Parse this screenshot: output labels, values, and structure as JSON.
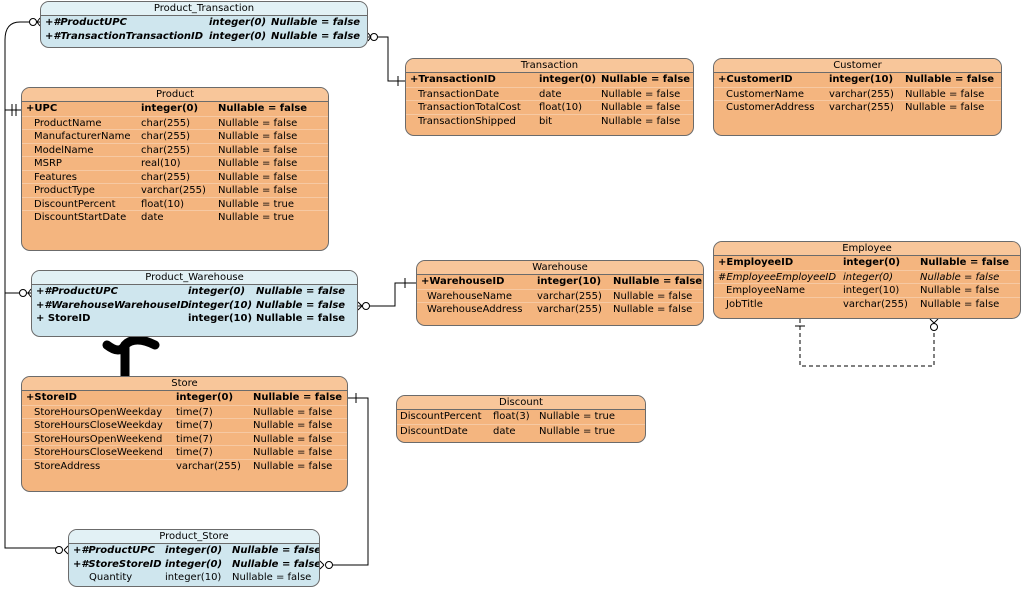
{
  "entities": {
    "product_transaction": {
      "title": "Product_Transaction",
      "rows": [
        {
          "name": "+#ProductUPC",
          "type": "integer(0)",
          "null": "Nullable = false"
        },
        {
          "name": "+#TransactionTransactionID",
          "type": "integer(0)",
          "null": "Nullable = false"
        }
      ]
    },
    "transaction": {
      "title": "Transaction",
      "rows": [
        {
          "name": "+TransactionID",
          "type": "integer(0)",
          "null": "Nullable = false"
        },
        {
          "name": "TransactionDate",
          "type": "date",
          "null": "Nullable = false"
        },
        {
          "name": "TransactionTotalCost",
          "type": "float(10)",
          "null": "Nullable = false"
        },
        {
          "name": "TransactionShipped",
          "type": "bit",
          "null": "Nullable = false"
        }
      ]
    },
    "customer": {
      "title": "Customer",
      "rows": [
        {
          "name": "+CustomerID",
          "type": "integer(10)",
          "null": "Nullable = false"
        },
        {
          "name": "CustomerName",
          "type": "varchar(255)",
          "null": "Nullable = false"
        },
        {
          "name": "CustomerAddress",
          "type": "varchar(255)",
          "null": "Nullable = false"
        }
      ]
    },
    "product": {
      "title": "Product",
      "rows": [
        {
          "name": "+UPC",
          "type": "integer(0)",
          "null": "Nullable = false"
        },
        {
          "name": "ProductName",
          "type": "char(255)",
          "null": "Nullable = false"
        },
        {
          "name": "ManufacturerName",
          "type": "char(255)",
          "null": "Nullable = false"
        },
        {
          "name": "ModelName",
          "type": "char(255)",
          "null": "Nullable = false"
        },
        {
          "name": "MSRP",
          "type": "real(10)",
          "null": "Nullable = false"
        },
        {
          "name": "Features",
          "type": "char(255)",
          "null": "Nullable = false"
        },
        {
          "name": "ProductType",
          "type": "varchar(255)",
          "null": "Nullable = false"
        },
        {
          "name": "DiscountPercent",
          "type": "float(10)",
          "null": "Nullable = true"
        },
        {
          "name": "DiscountStartDate",
          "type": "date",
          "null": "Nullable = true"
        }
      ]
    },
    "product_warehouse": {
      "title": "Product_Warehouse",
      "rows": [
        {
          "name": "+#ProductUPC",
          "type": "integer(0)",
          "null": "Nullable = false"
        },
        {
          "name": "+#WarehouseWarehouseID",
          "type": "integer(10)",
          "null": "Nullable = false"
        },
        {
          "name": "+  StoreID",
          "type": "integer(10)",
          "null": "Nullable = false"
        }
      ]
    },
    "warehouse": {
      "title": "Warehouse",
      "rows": [
        {
          "name": "+WarehouseID",
          "type": "integer(10)",
          "null": "Nullable = false"
        },
        {
          "name": "WarehouseName",
          "type": "varchar(255)",
          "null": "Nullable = false"
        },
        {
          "name": "WarehouseAddress",
          "type": "varchar(255)",
          "null": "Nullable = false"
        }
      ]
    },
    "employee": {
      "title": "Employee",
      "rows": [
        {
          "name": "+EmployeeID",
          "type": "integer(0)",
          "null": "Nullable = false"
        },
        {
          "name": "#EmployeeEmployeeID",
          "type": "integer(0)",
          "null": "Nullable = false"
        },
        {
          "name": "EmployeeName",
          "type": "integer(10)",
          "null": "Nullable = false"
        },
        {
          "name": "JobTitle",
          "type": "varchar(255)",
          "null": "Nullable = false"
        }
      ]
    },
    "store": {
      "title": "Store",
      "rows": [
        {
          "name": "+StoreID",
          "type": "integer(0)",
          "null": "Nullable = false"
        },
        {
          "name": "StoreHoursOpenWeekday",
          "type": "time(7)",
          "null": "Nullable = false"
        },
        {
          "name": "StoreHoursCloseWeekday",
          "type": "time(7)",
          "null": "Nullable = false"
        },
        {
          "name": "StoreHoursOpenWeekend",
          "type": "time(7)",
          "null": "Nullable = false"
        },
        {
          "name": "StoreHoursCloseWeekend",
          "type": "time(7)",
          "null": "Nullable = false"
        },
        {
          "name": "StoreAddress",
          "type": "varchar(255)",
          "null": "Nullable = false"
        }
      ]
    },
    "discount": {
      "title": "Discount",
      "rows": [
        {
          "name": "DiscountPercent",
          "type": "float(3)",
          "null": "Nullable = true"
        },
        {
          "name": "DiscountDate",
          "type": "date",
          "null": "Nullable = true"
        }
      ]
    },
    "product_store": {
      "title": "Product_Store",
      "rows": [
        {
          "name": "+#ProductUPC",
          "type": "integer(0)",
          "null": "Nullable = false"
        },
        {
          "name": "+#StoreStoreID",
          "type": "integer(0)",
          "null": "Nullable = false"
        },
        {
          "name": "Quantity",
          "type": "integer(10)",
          "null": "Nullable = false"
        }
      ]
    }
  },
  "colors": {
    "entity_fill": "#f4b57f",
    "junction_fill": "#cfe6ee",
    "line": "#000000"
  }
}
